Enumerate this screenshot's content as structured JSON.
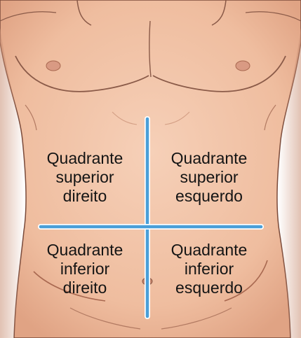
{
  "colors": {
    "skin": "#f2c3a7",
    "skin_shadow": "#c98f74",
    "outline": "#7a4a3a",
    "divider": "#4a9fd8",
    "divider_outline": "#ffffff",
    "label_text": "#141414"
  },
  "quadrants": {
    "upper_right": [
      "Quadrante",
      "superior",
      "direito"
    ],
    "upper_left": [
      "Quadrante",
      "superior",
      "esquerdo"
    ],
    "lower_right": [
      "Quadrante",
      "inferior",
      "direito"
    ],
    "lower_left": [
      "Quadrante",
      "inferior",
      "esquerdo"
    ]
  }
}
